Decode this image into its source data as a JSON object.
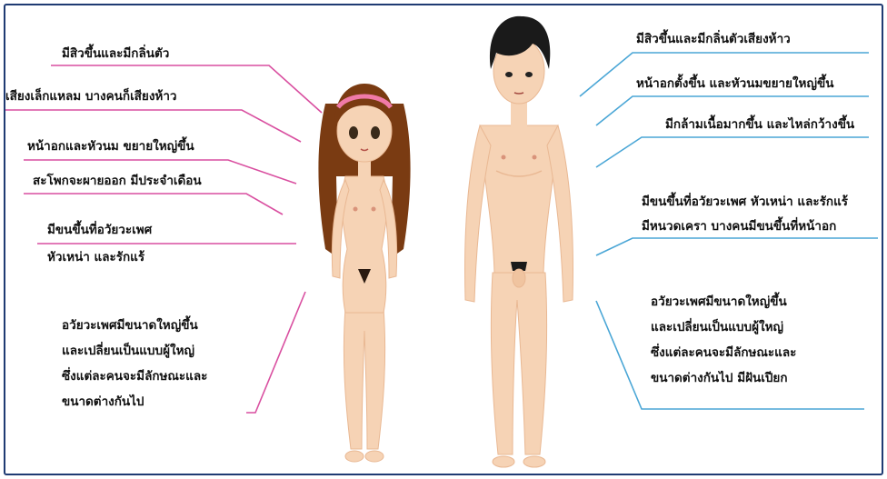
{
  "female": {
    "labels": [
      "มีสิวขึ้นและมีกลิ่นตัว",
      "เสียงเล็กแหลม บางคนก็เสียงห้าว",
      "หน้าอกและหัวนม ขยายใหญ่ขึ้น",
      "สะโพกจะผายออก มีประจำเดือน",
      "มีขนขึ้นที่อวัยวะเพศ",
      "หัวเหน่า และรักแร้"
    ],
    "paragraph": [
      "อวัยวะเพศมีขนาดใหญ่ขึ้น",
      "และเปลี่ยนเป็นแบบผู้ใหญ่",
      "ซึ่งแต่ละคนจะมีลักษณะและ",
      "ขนาดต่างกันไป"
    ]
  },
  "male": {
    "labels": [
      "มีสิวขึ้นและมีกลิ่นตัวเสียงห้าว",
      "หน้าอกตั้งขึ้น และหัวนมขยายใหญ่ขึ้น",
      "มีกล้ามเนื้อมากขึ้น และไหล่กว้างขึ้น",
      "มีขนขึ้นที่อวัยวะเพศ หัวเหน่า และรักแร้",
      "มีหนวดเครา บางคนมีขนขึ้นที่หน้าอก"
    ],
    "paragraph": [
      "อวัยวะเพศมีขนาดใหญ่ขึ้น",
      "และเปลี่ยนเป็นแบบผู้ใหญ่",
      "ซึ่งแต่ละคนจะมีลักษณะและ",
      "ขนาดต่างกันไป มีฝันเปียก"
    ]
  },
  "colors": {
    "female_line": "#d94fa0",
    "male_line": "#4aa6d6",
    "frame": "#1f3b73",
    "skin": "#f6d3b5",
    "skin_shade": "#e9b893",
    "female_hair": "#7a3b12",
    "male_hair": "#1a1a1a",
    "hairband": "#f07aa8"
  }
}
